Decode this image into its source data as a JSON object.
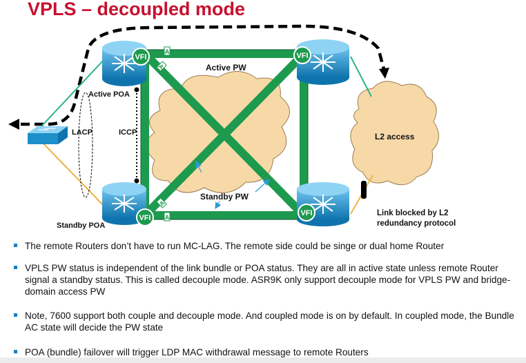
{
  "slide": {
    "title": "VPLS – decoupled mode"
  },
  "diagram": {
    "labels": {
      "active_pw": "Active  PW",
      "standby_pw": "Standby PW",
      "active_poa": "Active POA",
      "standby_poa": "Standby POA",
      "lacp": "LACP",
      "iccp": "ICCP",
      "l2_access": "L2 access",
      "link_blocked_line1": "Link blocked by L2",
      "link_blocked_line2": "redundancy protocol",
      "vfi": "VFI",
      "active_marker": "A"
    },
    "colors": {
      "pw": "#1e9a4e",
      "cloud": "#f7d9a8",
      "router": "#1d8fc9",
      "title": "#c8102e",
      "bullet": "#1a7fc1"
    },
    "icons": [
      "router-icon",
      "switch-icon",
      "cloud-icon",
      "vfi-badge"
    ]
  },
  "bullets": [
    "The remote Routers don’t have to run MC-LAG. The remote side could be singe or dual home Router",
    "VPLS PW status is independent of the link bundle or POA status. They are all in active state unless remote Router signal a standby status. This is called decouple mode. ASR9K only support decouple mode for VPLS PW and bridge-domain access PW",
    "Note, 7600 support both couple and decouple mode. And coupled mode is on by default. In coupled mode, the Bundle AC state will decide the PW state",
    "POA (bundle) failover will trigger LDP MAC withdrawal message to remote Routers"
  ]
}
